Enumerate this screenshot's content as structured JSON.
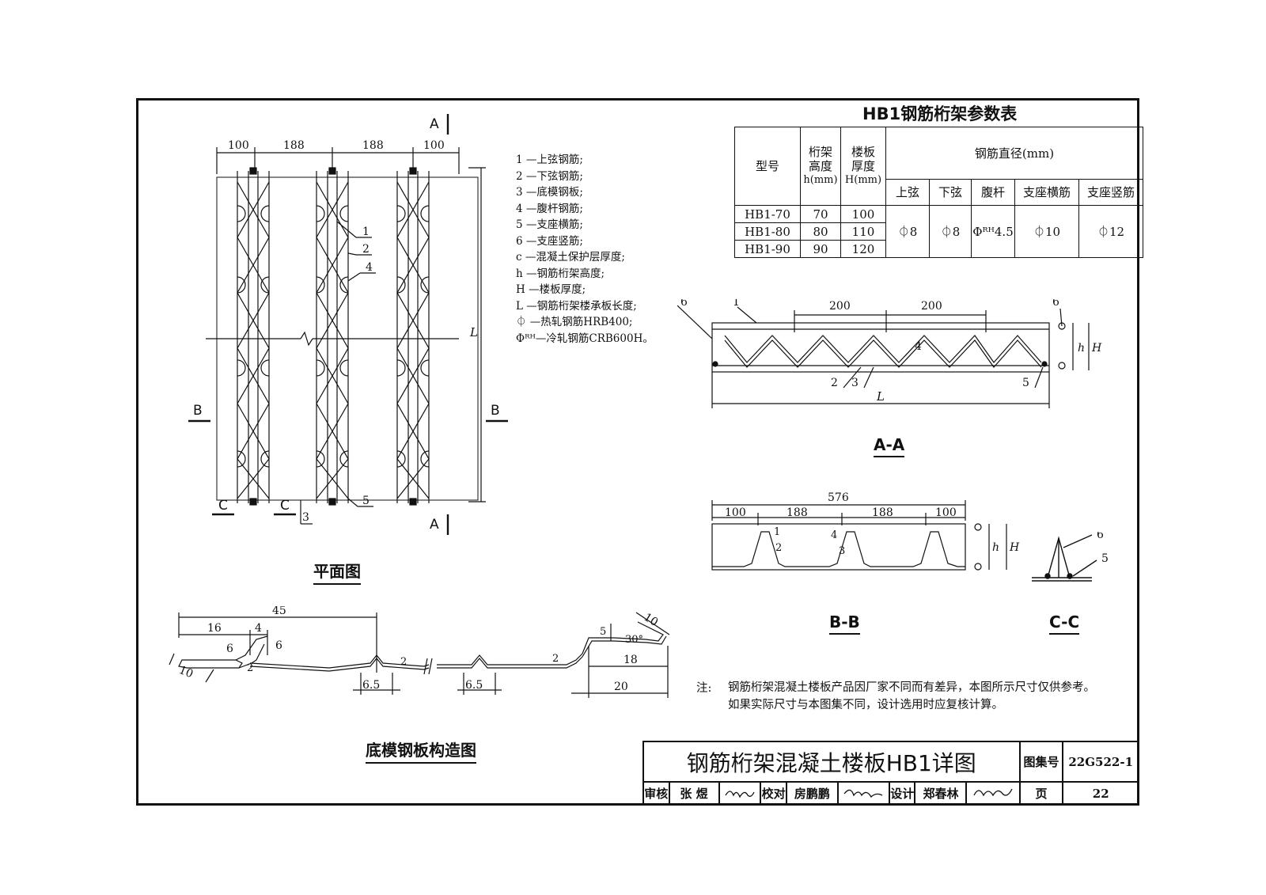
{
  "table": {
    "title": "HB1钢筋桁架参数表",
    "headers": {
      "model": "型号",
      "truss_height": [
        "桁架",
        "高度",
        "h(mm)"
      ],
      "slab_thickness": [
        "楼板",
        "厚度",
        "H(mm)"
      ],
      "rebar_diameter": "钢筋直径(mm)",
      "sub": [
        "上弦",
        "下弦",
        "腹杆",
        "支座横筋",
        "支座竖筋"
      ]
    },
    "rows": [
      {
        "model": "HB1-70",
        "h": "70",
        "H": "100"
      },
      {
        "model": "HB1-80",
        "h": "80",
        "H": "110"
      },
      {
        "model": "HB1-90",
        "h": "90",
        "H": "120"
      }
    ],
    "shared": {
      "top": "⏀8",
      "bottom": "⏀8",
      "web": "Φᴿᴴ4.5",
      "support_h": "⏀10",
      "support_v": "⏀12"
    }
  },
  "legend": [
    "1 —上弦钢筋;",
    "2 —下弦钢筋;",
    "3 —底模钢板;",
    "4 —腹杆钢筋;",
    "5 —支座横筋;",
    "6 —支座竖筋;",
    "c —混凝土保护层厚度;",
    "h —钢筋桁架高度;",
    "H —楼板厚度;",
    "L —钢筋桁架楼承板长度;",
    "⏀ —热轧钢筋HRB400;",
    "Φᴿᴴ—冷轧钢筋CRB600H。"
  ],
  "plan": {
    "caption": "平面图",
    "dims": [
      "100",
      "188",
      "188",
      "100"
    ],
    "section_a": "A",
    "section_b": "B",
    "section_c": "C",
    "length": "L",
    "callouts": [
      "1",
      "2",
      "4",
      "5",
      "3"
    ]
  },
  "section_aa": {
    "caption": "A-A",
    "dims": [
      "200",
      "200"
    ],
    "labels": [
      "6",
      "1",
      "6",
      "4",
      "h",
      "H",
      "2",
      "3",
      "5",
      "L"
    ]
  },
  "section_bb": {
    "caption": "B-B",
    "total": "576",
    "dims": [
      "100",
      "188",
      "188",
      "100"
    ],
    "labels": [
      "1",
      "4",
      "2",
      "3",
      "h",
      "H"
    ]
  },
  "section_cc": {
    "caption": "C-C",
    "labels": [
      "6",
      "5"
    ]
  },
  "steel_plate": {
    "caption": "底模钢板构造图",
    "dims": [
      "45",
      "16",
      "4",
      "6",
      "6",
      "10",
      "2",
      "6.5",
      "2",
      "6.5",
      "2",
      "10",
      "5",
      "30°",
      "18",
      "20"
    ]
  },
  "note": {
    "label": "注:",
    "lines": [
      "钢筋桁架混凝土楼板产品因厂家不同而有差异，本图所示尺寸仅供参考。",
      "如果实际尺寸与本图集不同，设计选用时应复核计算。"
    ]
  },
  "title_block": {
    "title": "钢筋桁架混凝土楼板HB1详图",
    "atlas_label": "图集号",
    "atlas_no": "22G522-1",
    "review_label": "审核",
    "reviewer": "张 煜",
    "check_label": "校对",
    "checker": "房鹏鹏",
    "design_label": "设计",
    "designer": "郑春林",
    "page_label": "页",
    "page_no": "22"
  }
}
